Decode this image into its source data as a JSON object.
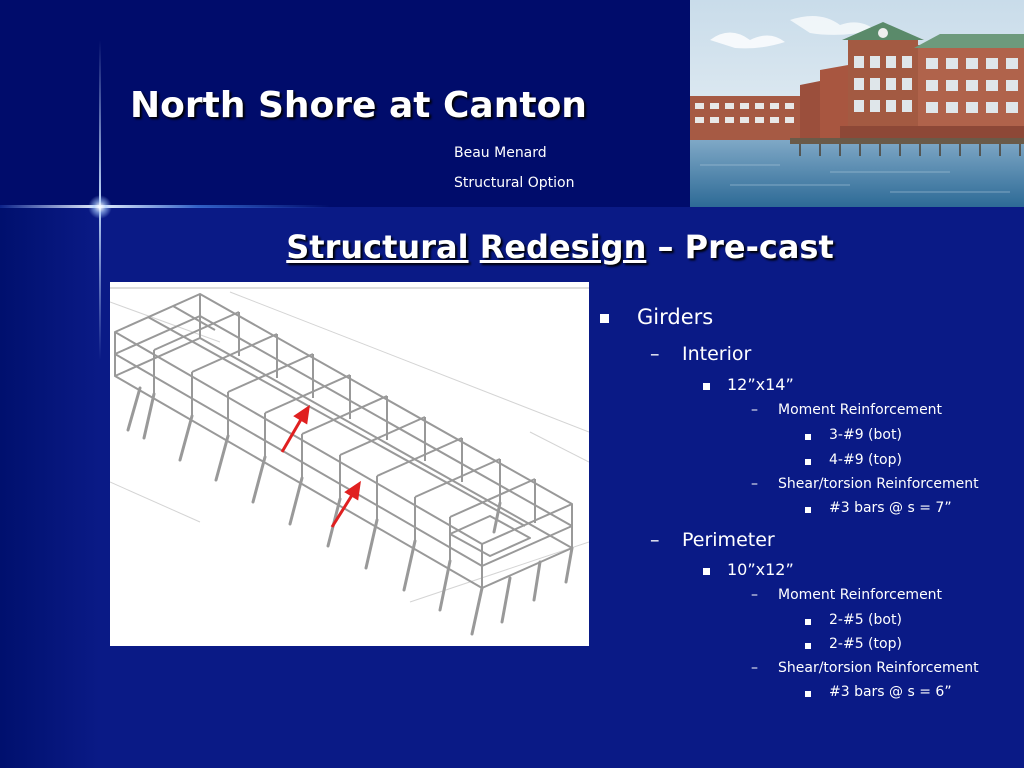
{
  "header": {
    "title": "North Shore at Canton",
    "author": "Beau Menard",
    "option": "Structural Option"
  },
  "slide": {
    "subtitle_part1": "Structural",
    "subtitle_part2": "Redesign",
    "subtitle_part3": " – Pre-cast"
  },
  "bullets": [
    {
      "level": 1,
      "text": "Girders"
    },
    {
      "level": 2,
      "text": "Interior"
    },
    {
      "level": 3,
      "text": "12”x14”"
    },
    {
      "level": 4,
      "text": "Moment Reinforcement"
    },
    {
      "level": 5,
      "text": "3-#9 (bot)"
    },
    {
      "level": 5,
      "text": "4-#9 (top)"
    },
    {
      "level": 4,
      "text": "Shear/torsion Reinforcement"
    },
    {
      "level": 5,
      "text": "#3 bars @ s = 7”"
    },
    {
      "level": 2,
      "text": "Perimeter"
    },
    {
      "level": 3,
      "text": "10”x12”"
    },
    {
      "level": 4,
      "text": "Moment Reinforcement"
    },
    {
      "level": 5,
      "text": "2-#5 (bot)"
    },
    {
      "level": 5,
      "text": "2-#5 (top)"
    },
    {
      "level": 4,
      "text": "Shear/torsion Reinforcement"
    },
    {
      "level": 5,
      "text": "#3 bars @ s = 6”"
    }
  ],
  "colors": {
    "background": "#0a1a86",
    "arrow": "#e02020"
  }
}
